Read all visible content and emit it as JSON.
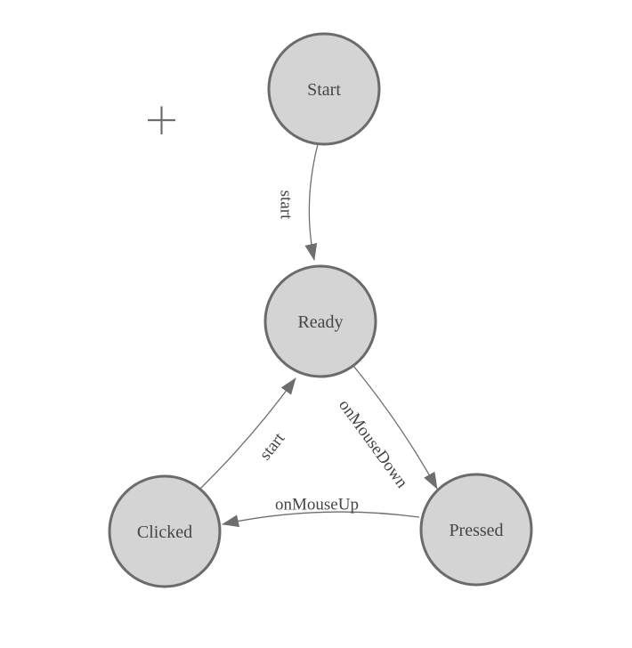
{
  "diagram": {
    "type": "state-machine",
    "nodes": [
      {
        "id": "start",
        "label": "Start"
      },
      {
        "id": "ready",
        "label": "Ready"
      },
      {
        "id": "clicked",
        "label": "Clicked"
      },
      {
        "id": "pressed",
        "label": "Pressed"
      }
    ],
    "edges": [
      {
        "id": "start-to-ready",
        "from": "Start",
        "to": "Ready",
        "label": "start"
      },
      {
        "id": "ready-to-pressed",
        "from": "Ready",
        "to": "Pressed",
        "label": "onMouseDown"
      },
      {
        "id": "pressed-to-clicked",
        "from": "Pressed",
        "to": "Clicked",
        "label": "onMouseUp"
      },
      {
        "id": "clicked-to-ready",
        "from": "Clicked",
        "to": "Ready",
        "label": "start"
      }
    ],
    "colors": {
      "background": "#ffffff",
      "node_fill": "#d4d4d4",
      "node_stroke": "#6b6b6b",
      "edge_stroke": "#6e6e6e",
      "arrow_fill": "#6e6e6e",
      "label_color": "#454545",
      "crosshair_color": "#6e6e6e"
    }
  }
}
